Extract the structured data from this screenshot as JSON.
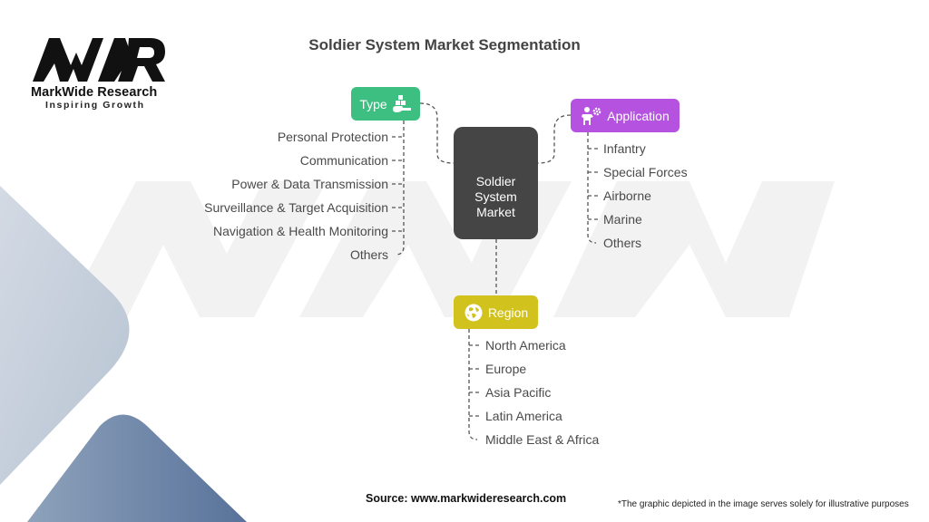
{
  "logo": {
    "brand_name": "MarkWide Research",
    "tagline": "Inspiring Growth",
    "mark_text": "MWR"
  },
  "title": "Soldier System Market Segmentation",
  "center_node": {
    "line1": "Soldier",
    "line2": "System",
    "line3": "Market"
  },
  "categories": {
    "type": {
      "label": "Type",
      "icon": "hand-boxes-icon",
      "color": "#3cbf80",
      "items": [
        "Personal Protection",
        "Communication",
        "Power & Data Transmission",
        "Surveillance & Target Acquisition",
        "Navigation & Health Monitoring",
        "Others"
      ]
    },
    "application": {
      "label": "Application",
      "icon": "person-gear-icon",
      "color": "#b553e0",
      "items": [
        "Infantry",
        "Special Forces",
        "Airborne",
        "Marine",
        "Others"
      ]
    },
    "region": {
      "label": "Region",
      "icon": "globe-icon",
      "color": "#d2c21d",
      "items": [
        "North America",
        "Europe",
        "Asia Pacific",
        "Latin America",
        "Middle East & Africa"
      ]
    }
  },
  "footer": {
    "source": "Source: www.markwideresearch.com",
    "disclaimer": "*The graphic depicted in the image serves solely for illustrative purposes"
  },
  "colors": {
    "center_node": "#454545",
    "connector": "#555555",
    "bg_shape_light": "#c2ccda",
    "bg_shape_dark": "#5e7797"
  }
}
